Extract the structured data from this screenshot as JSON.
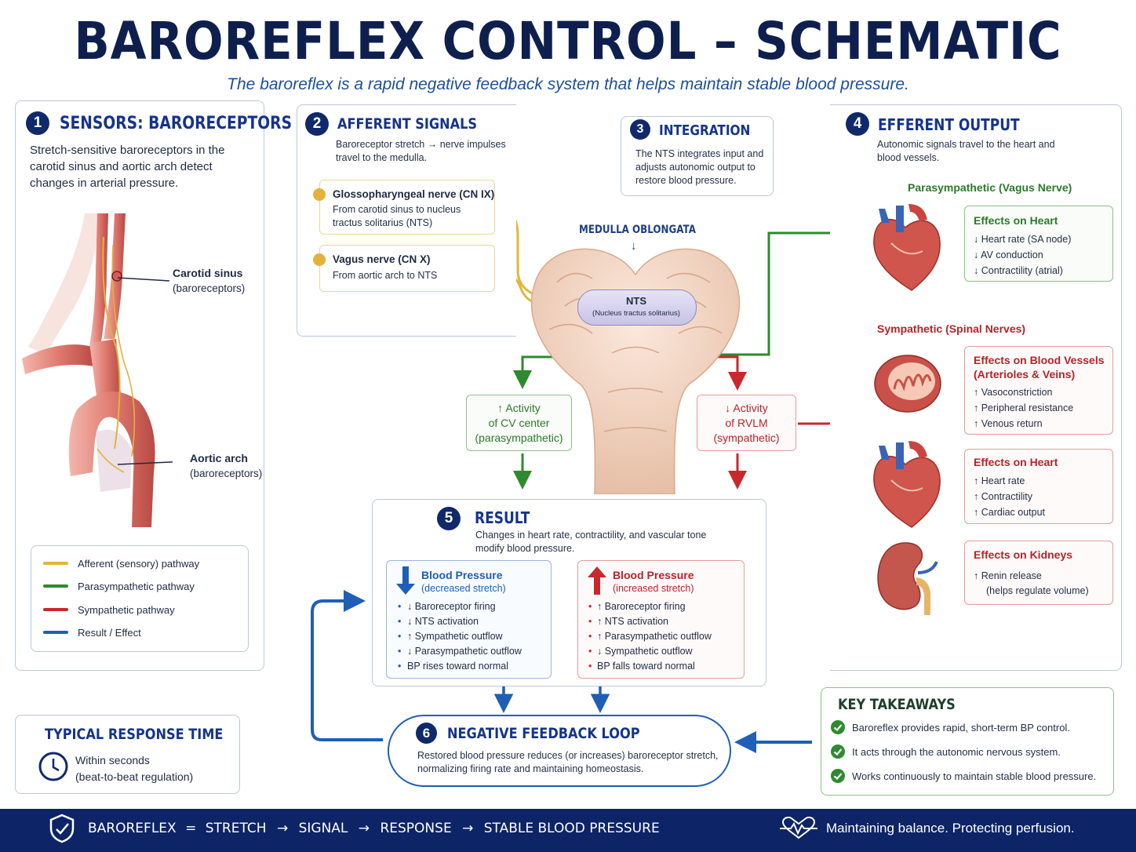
{
  "header": {
    "title": "BAROREFLEX CONTROL – SCHEMATIC",
    "subtitle": "The baroreflex is a rapid negative feedback system that helps maintain stable blood pressure."
  },
  "colors": {
    "navy": "#10296b",
    "afferent": "#e0b73a",
    "parasympathetic": "#2f8a2f",
    "sympathetic": "#c9282d",
    "result": "#1f5fb5"
  },
  "sensors": {
    "number": "1",
    "title": "SENSORS: BARORECEPTORS",
    "text": "Stretch-sensitive baroreceptors in the carotid sinus and aortic arch detect changes in arterial pressure.",
    "carotid_label": "Carotid sinus",
    "carotid_sub": "(baroreceptors)",
    "aortic_label": "Aortic arch",
    "aortic_sub": "(baroreceptors)"
  },
  "legend": [
    {
      "label": "Afferent (sensory) pathway",
      "color": "#e0b73a"
    },
    {
      "label": "Parasympathetic pathway",
      "color": "#2f8a2f"
    },
    {
      "label": "Sympathetic pathway",
      "color": "#c9282d"
    },
    {
      "label": "Result / Effect",
      "color": "#1f5fb5"
    }
  ],
  "response_time": {
    "title": "TYPICAL RESPONSE TIME",
    "line1": "Within seconds",
    "line2": "(beat-to-beat regulation)",
    "icon": "clock-icon"
  },
  "afferent": {
    "number": "2",
    "title": "AFFERENT SIGNALS",
    "text": "Baroreceptor stretch → nerve impulses travel to the medulla.",
    "nerves": [
      {
        "name": "Glossopharyngeal nerve (CN IX)",
        "desc": "From carotid sinus to nucleus tractus solitarius (NTS)"
      },
      {
        "name": "Vagus nerve (CN X)",
        "desc": "From aortic arch to NTS"
      }
    ]
  },
  "integration": {
    "number": "3",
    "title": "INTEGRATION",
    "text": "The NTS integrates input and adjusts autonomic output to restore blood pressure."
  },
  "medulla": {
    "label": "MEDULLA OBLONGATA",
    "nts": "NTS",
    "nts_full": "(Nucleus tractus solitarius)",
    "cv_center": {
      "arrow": "↑",
      "line1": "Activity",
      "line2": "of CV center",
      "line3": "(parasympathetic)"
    },
    "rvlm": {
      "arrow": "↓",
      "line1": "Activity",
      "line2": "of RVLM",
      "line3": "(sympathetic)"
    }
  },
  "efferent": {
    "number": "4",
    "title": "EFFERENT OUTPUT",
    "text": "Autonomic signals travel to the heart and blood vessels.",
    "parasympathetic_label": "Parasympathetic (Vagus Nerve)",
    "sympathetic_label": "Sympathetic (Spinal Nerves)",
    "para_heart": {
      "title": "Effects on Heart",
      "items": [
        "↓ Heart rate (SA node)",
        "↓ AV conduction",
        "↓ Contractility (atrial)"
      ]
    },
    "vessels": {
      "title1": "Effects on Blood Vessels",
      "title2": "(Arterioles & Veins)",
      "items": [
        "↑ Vasoconstriction",
        "↑ Peripheral resistance",
        "↑ Venous return"
      ]
    },
    "symp_heart": {
      "title": "Effects on Heart",
      "items": [
        "↑ Heart rate",
        "↑ Contractility",
        "↑ Cardiac output"
      ]
    },
    "kidneys": {
      "title": "Effects on Kidneys",
      "items": [
        "↑ Renin release",
        "(helps regulate volume)"
      ]
    }
  },
  "result": {
    "number": "5",
    "title": "RESULT",
    "text": "Changes in heart rate, contractility, and vascular tone modify blood pressure.",
    "low": {
      "title": "Blood Pressure",
      "sub": "(decreased stretch)",
      "items": [
        "↓ Baroreceptor firing",
        "↓ NTS activation",
        "↑ Sympathetic outflow",
        "↓ Parasympathetic outflow",
        "BP rises toward normal"
      ]
    },
    "high": {
      "title": "Blood Pressure",
      "sub": "(increased stretch)",
      "items": [
        "↑ Baroreceptor firing",
        "↑ NTS activation",
        "↑ Parasympathetic outflow",
        "↓ Sympathetic outflow",
        "BP falls toward normal"
      ]
    }
  },
  "feedback": {
    "number": "6",
    "title": "NEGATIVE FEEDBACK LOOP",
    "text": "Restored blood pressure reduces (or increases) baroreceptor stretch, normalizing firing rate and maintaining homeostasis."
  },
  "takeaways": {
    "title": "KEY TAKEAWAYS",
    "items": [
      "Baroreflex provides rapid, short-term BP control.",
      "It acts through the autonomic nervous system.",
      "Works continuously to maintain stable blood pressure."
    ]
  },
  "footer": {
    "p1": "BAROREFLEX",
    "eq": "=",
    "p2": "STRETCH",
    "p3": "SIGNAL",
    "p4": "RESPONSE",
    "p5": "STABLE BLOOD PRESSURE",
    "arrow": "→",
    "tagline": "Maintaining balance. Protecting perfusion."
  }
}
